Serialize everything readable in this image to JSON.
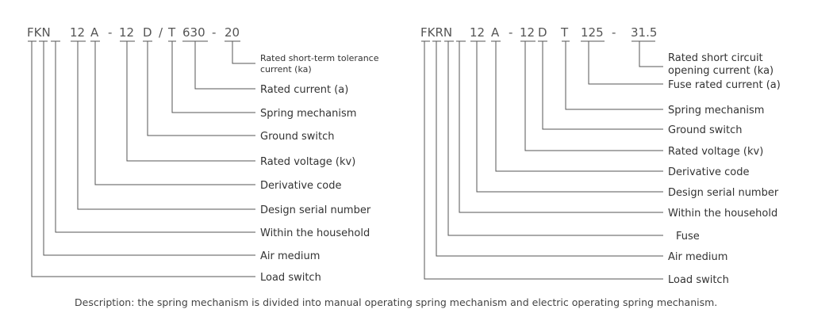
{
  "diagrams": [
    {
      "id": "fkn",
      "codes": [
        "FKN",
        "12",
        "A",
        "-",
        "12",
        "D",
        "/",
        "T",
        "630",
        "-",
        "20"
      ],
      "labels": [
        "Rated short-term tolerance current (ka)",
        "Rated current (a)",
        "Spring mechanism",
        "Ground switch",
        "Rated voltage (kv)",
        "Derivative code",
        "Design serial number",
        "Within the household",
        "Air medium",
        "Load switch"
      ]
    },
    {
      "id": "fkrn",
      "codes": [
        "FKRN",
        "12",
        "A",
        "-",
        "12",
        "D",
        "T",
        "125",
        "-",
        "31.5"
      ],
      "labels": [
        "Rated short circuit opening current (ka)",
        "Fuse rated current (a)",
        "Spring mechanism",
        "Ground switch",
        "Rated voltage (kv)",
        "Derivative code",
        "Design serial number",
        "Within the household",
        "Fuse",
        "Air medium",
        "Load switch"
      ]
    }
  ],
  "description": "Description: the spring mechanism is divided into manual operating spring mechanism and electric operating spring mechanism."
}
